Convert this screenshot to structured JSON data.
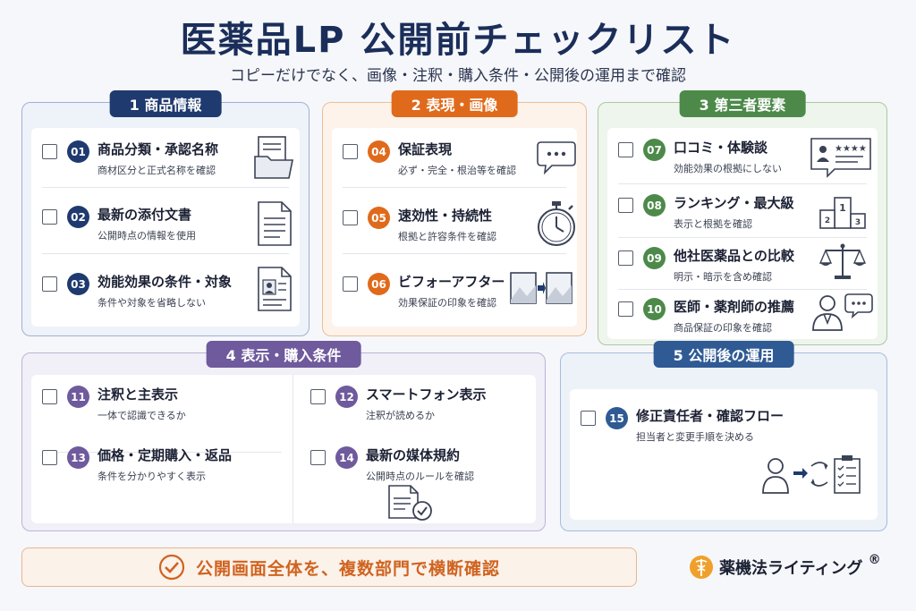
{
  "title": "医薬品LP 公開前チェックリスト",
  "subtitle": "コピーだけでなく、画像・注釈・購入条件・公開後の運用まで確認",
  "colors": {
    "navy": "#1f3a6e",
    "orange": "#e06a1b",
    "green": "#4d8a4a",
    "purple": "#6e5a9c",
    "blue": "#2f5a94"
  },
  "sections": [
    {
      "label": "1 商品情報",
      "items": [
        {
          "num": "01",
          "title": "商品分類・承認名称",
          "sub": "商材区分と正式名称を確認",
          "icon": "folder-document-icon"
        },
        {
          "num": "02",
          "title": "最新の添付文書",
          "sub": "公開時点の情報を使用",
          "icon": "document-icon"
        },
        {
          "num": "03",
          "title": "効能効果の条件・対象",
          "sub": "条件や対象を省略しない",
          "icon": "profile-document-icon"
        }
      ]
    },
    {
      "label": "2 表現・画像",
      "items": [
        {
          "num": "04",
          "title": "保証表現",
          "sub": "必ず・完全・根治等を確認",
          "icon": "speech-bubble-icon"
        },
        {
          "num": "05",
          "title": "速効性・持続性",
          "sub": "根拠と許容条件を確認",
          "icon": "stopwatch-icon"
        },
        {
          "num": "06",
          "title": "ビフォーアフター",
          "sub": "効果保証の印象を確認",
          "icon": "before-after-image-icon"
        }
      ]
    },
    {
      "label": "3 第三者要素",
      "items": [
        {
          "num": "07",
          "title": "口コミ・体験談",
          "sub": "効能効果の根拠にしない",
          "icon": "review-card-icon"
        },
        {
          "num": "08",
          "title": "ランキング・最大級",
          "sub": "表示と根拠を確認",
          "icon": "podium-icon"
        },
        {
          "num": "09",
          "title": "他社医薬品との比較",
          "sub": "明示・暗示を含め確認",
          "icon": "scale-icon"
        },
        {
          "num": "10",
          "title": "医師・薬剤師の推薦",
          "sub": "商品保証の印象を確認",
          "icon": "doctor-speech-icon"
        }
      ]
    },
    {
      "label": "4 表示・購入条件",
      "items": [
        {
          "num": "11",
          "title": "注釈と主表示",
          "sub": "一体で認識できるか"
        },
        {
          "num": "12",
          "title": "スマートフォン表示",
          "sub": "注釈が読めるか"
        },
        {
          "num": "13",
          "title": "価格・定期購入・返品",
          "sub": "条件を分かりやすく表示"
        },
        {
          "num": "14",
          "title": "最新の媒体規約",
          "sub": "公開時点のルールを確認",
          "icon": "document-check-icon"
        }
      ]
    },
    {
      "label": "5 公開後の運用",
      "items": [
        {
          "num": "15",
          "title": "修正責任者・確認フロー",
          "sub": "担当者と変更手順を決める",
          "icon": "person-flow-checklist-icon"
        }
      ]
    }
  ],
  "footer": {
    "text": "公開画面全体を、複数部門で横断確認",
    "icon": "check-circle-icon"
  },
  "brand": {
    "name": "薬機法ライティング",
    "mark": "®",
    "icon": "caduceus-icon"
  }
}
